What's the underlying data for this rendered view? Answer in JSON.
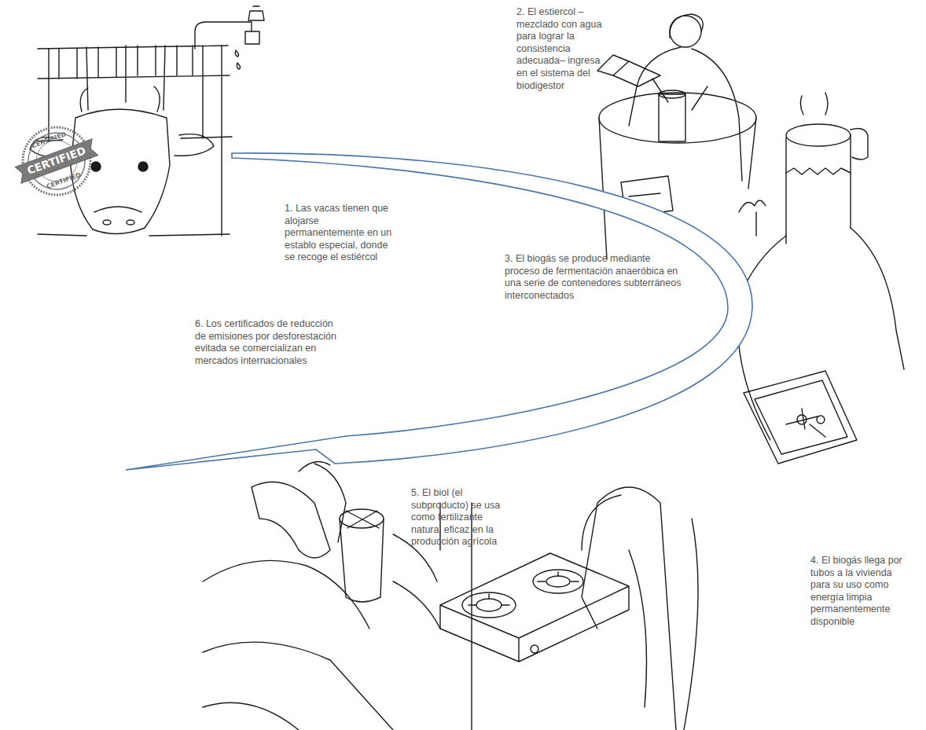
{
  "diagram": {
    "labels": [
      "1. Las vacas tienen que alojarse permanentemente en un establo especial, donde se recoge el estiércol",
      "2. El estiercol –mezclado con agua para lograr la consistencia adecuada– ingresa en el sistema del biodigestor",
      "3. El biogás se produce mediante proceso de fermentación anaeróbica en una serie de contenedores subterráneos interconectados",
      "4. El biogás llega por tubos a la vivienda para su uso como energía limpia permanentemente disponible",
      "5. El biol (el subproducto) se usa como fertilizante natural eficaz en la producción agrícola",
      "6. Los certificados de reducción de emisiones por desforestación evitada se comercializan en mercados internacionales",
      "CERTIFIED",
      "CERTIFIED",
      "CERTIFIED"
    ]
  }
}
